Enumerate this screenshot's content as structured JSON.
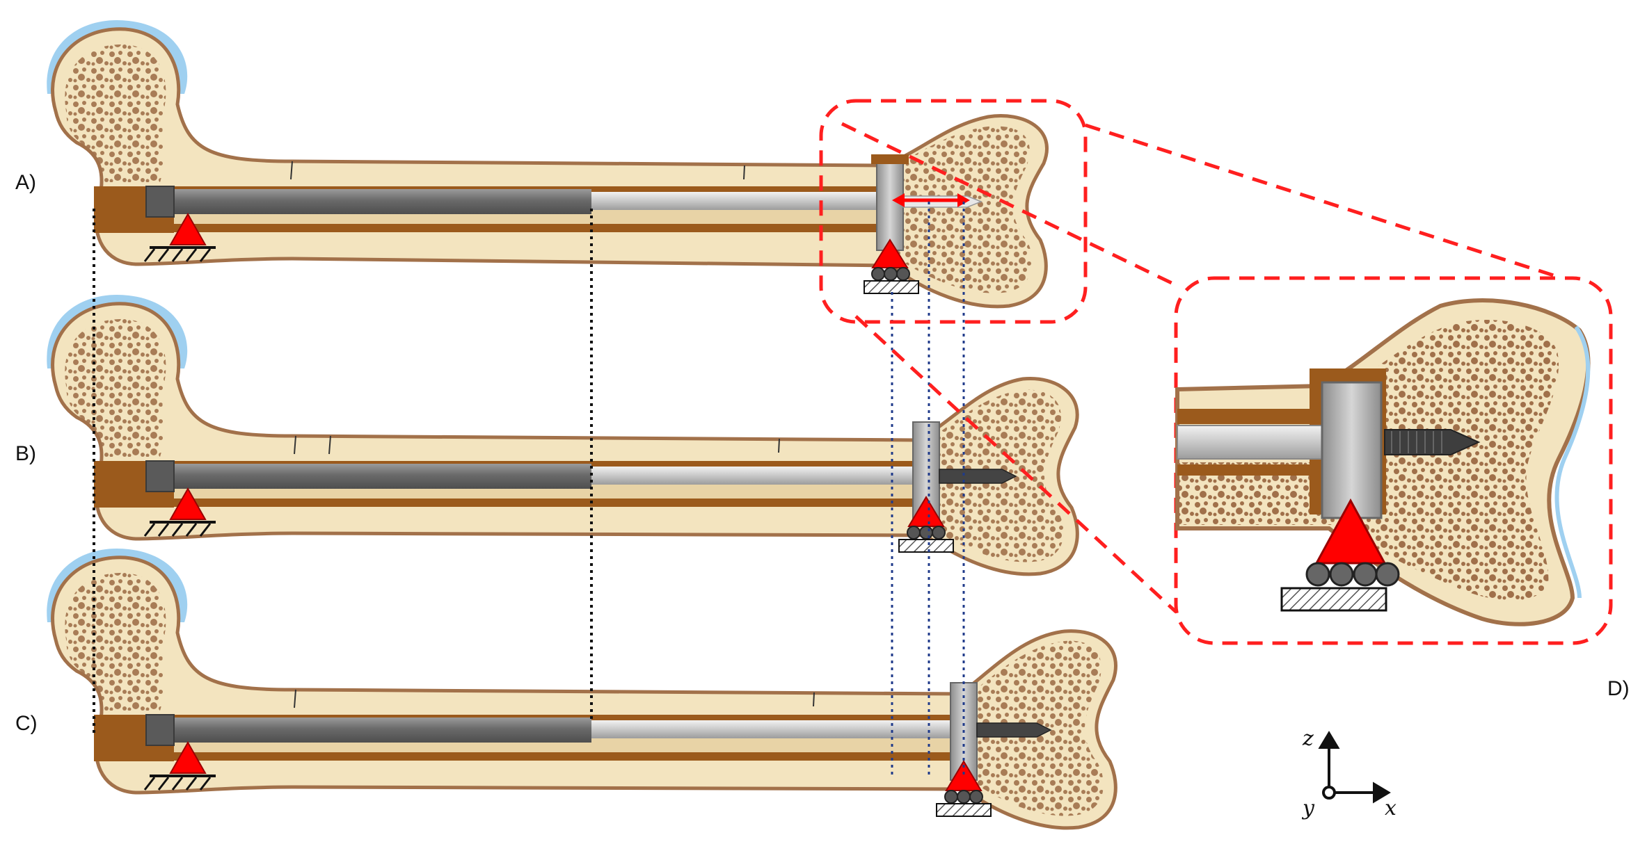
{
  "labels": {
    "panel_a": "A)",
    "panel_b": "B)",
    "panel_c": "C)",
    "panel_d": "D)"
  },
  "axes": {
    "z": "z",
    "x": "x",
    "y": "y"
  },
  "colors": {
    "cortical_bone": "#f3e4bf",
    "bone_outline": "#a2714a",
    "cancellous_bone": "#e8d3a6",
    "trabecular_dots": "#a0704a",
    "cartilage": "#9fd0f0",
    "cement": "#9b5a1c",
    "nail_dark": "#6e6e6e",
    "nail_light": "#cfcfcf",
    "support_red": "#ff0000",
    "zoom_dash": "#ff1f1f",
    "guide_blue": "#1f3a8a"
  }
}
